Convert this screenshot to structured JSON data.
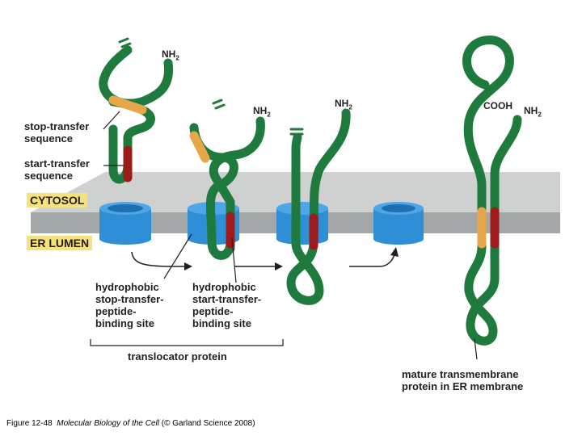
{
  "labels": {
    "stop_transfer": "stop-transfer\nsequence",
    "start_transfer": "start-transfer\nsequence",
    "cytosol": "CYTOSOL",
    "er_lumen": "ER LUMEN",
    "hydrophobic_stop": "hydrophobic\nstop-transfer-\npeptide-\nbinding site",
    "hydrophobic_start": "hydrophobic\nstart-transfer-\npeptide-\nbinding site",
    "translocator": "translocator protein",
    "mature": "mature transmembrane\nprotein in ER membrane",
    "nh2": "NH",
    "sub2": "2",
    "cooh": "COOH"
  },
  "caption": {
    "figure": "Figure 12-48",
    "book": "Molecular Biology of the Cell",
    "credit": "(© Garland Science 2008)"
  },
  "colors": {
    "membrane_top": "#cfd1d1",
    "membrane_front": "#a4a7a7",
    "translocator": "#2f8fd6",
    "translocator_dark": "#1d6fb0",
    "chain": "#1f7a3e",
    "chain_dark": "#145c2d",
    "stop_segment": "#e8a64a",
    "start_segment": "#9e1b1b",
    "label_box": "#f5e27a"
  }
}
